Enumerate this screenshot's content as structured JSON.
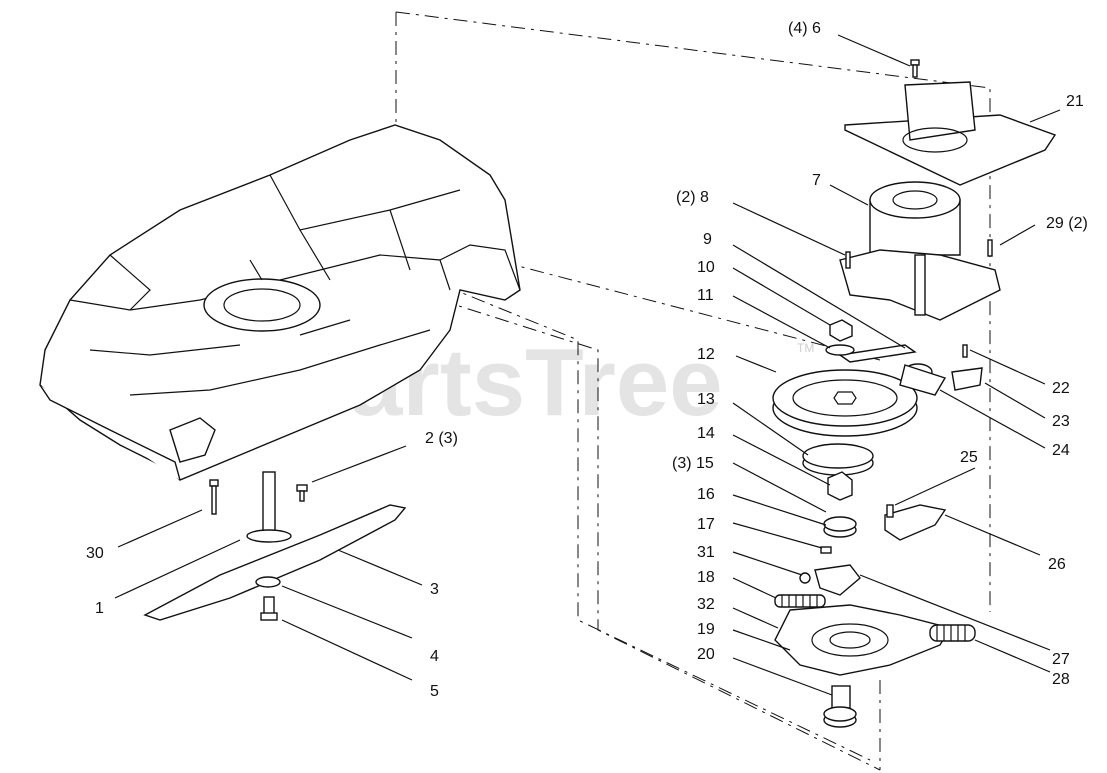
{
  "watermark": {
    "text": "PartsTree",
    "trademark": "TM"
  },
  "labels": {
    "l1": "1",
    "l2": "2  (3)",
    "l3": "3",
    "l4": "4",
    "l5": "5",
    "l6": "(4)  6",
    "l7": "7",
    "l8": "(2)  8",
    "l9": "9",
    "l10": "10",
    "l11": "11",
    "l12": "12",
    "l13": "13",
    "l14": "14",
    "l15": "(3)  15",
    "l16": "16",
    "l17": "17",
    "l18": "18",
    "l19": "19",
    "l20": "20",
    "l21": "21",
    "l22": "22",
    "l23": "23",
    "l24": "24",
    "l25": "25",
    "l26": "26",
    "l27": "27",
    "l28": "28",
    "l29": "29 (2)",
    "l30": "30",
    "l31": "31",
    "l32": "32"
  }
}
